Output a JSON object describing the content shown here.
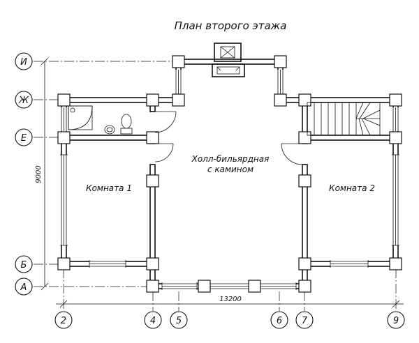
{
  "title": "План второго этажа",
  "rooms": {
    "hall_line1": "Холл-бильярдная",
    "hall_line2": "с камином",
    "room1": "Комната 1",
    "room2": "Комната 2"
  },
  "axes_horizontal": [
    "И",
    "Ж",
    "Е",
    "Б",
    "А"
  ],
  "axes_vertical": [
    "2",
    "4",
    "5",
    "6",
    "7",
    "9"
  ],
  "dimensions": {
    "total_width": "13200",
    "total_height": "9000"
  }
}
